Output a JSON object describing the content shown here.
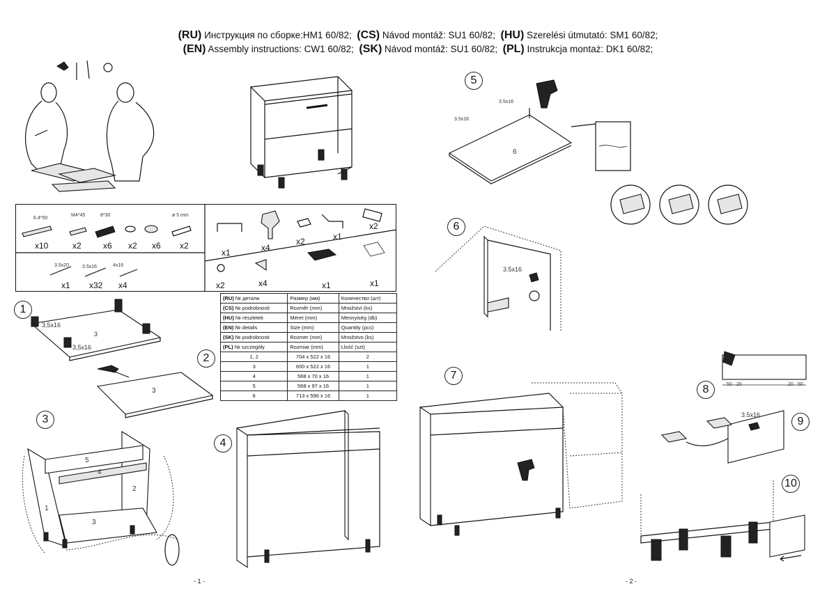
{
  "header": {
    "line1": [
      {
        "code": "(RU)",
        "text": "Инструкция по сборке:HM1 60/82;"
      },
      {
        "code": "(CS)",
        "text": "Návod montáž: SU1 60/82;"
      },
      {
        "code": "(HU)",
        "text": "Szerelési útmutató: SM1 60/82;"
      }
    ],
    "line2": [
      {
        "code": "(EN)",
        "text": "Assembly instructions: CW1 60/82;"
      },
      {
        "code": "(SK)",
        "text": "Návod montáž: SU1 60/82;"
      },
      {
        "code": "(PL)",
        "text": "Instrukcja montaż: DK1 60/82;"
      }
    ]
  },
  "hardware": {
    "left_top": [
      {
        "label": "6.4*50",
        "qty": "x10"
      },
      {
        "label": "M4*45",
        "qty": "x2"
      },
      {
        "label": "8*30",
        "qty": "x6"
      },
      {
        "label": "",
        "qty": "x2"
      },
      {
        "label": "",
        "qty": "x6"
      },
      {
        "label": "ø 5 mm",
        "qty": "x2"
      }
    ],
    "left_bottom": [
      {
        "label": "3.5x20",
        "qty": "x1"
      },
      {
        "label": "3.5x16",
        "qty": "x32"
      },
      {
        "label": "4x16",
        "qty": "x4"
      }
    ],
    "right_top": [
      {
        "qty": "x1"
      },
      {
        "qty": "x4"
      },
      {
        "qty": "x2"
      },
      {
        "qty": "x1"
      },
      {
        "qty": "x2"
      }
    ],
    "right_bottom": [
      {
        "qty": "x2"
      },
      {
        "qty": "x4"
      },
      {
        "qty": "x1"
      },
      {
        "qty": "x1"
      }
    ]
  },
  "parts_table": {
    "header_rows": [
      {
        "code": "(RU)",
        "name": "№ детали",
        "size": "Размер  (мм)",
        "qty": "Количество (шт)"
      },
      {
        "code": "(CS)",
        "name": "№ podrobnosti",
        "size": "Rozměr (mm)",
        "qty": "Množství (ks)"
      },
      {
        "code": "(HU)",
        "name": "№ részletek",
        "size": "Méret (mm)",
        "qty": "Mennyiség (db)"
      },
      {
        "code": "(EN)",
        "name": "№ details",
        "size": "Size (mm)",
        "qty": "Quantity  (pcs)"
      },
      {
        "code": "(SK)",
        "name": "№ podrobnosti",
        "size": "Rozmer (mm)",
        "qty": "Množstvo (ks)"
      },
      {
        "code": "(PL)",
        "name": "№ szczegóły",
        "size": "Rozmiar (mm)",
        "qty": "Llość (szt)"
      }
    ],
    "rows": [
      {
        "part": "1, 2",
        "size": "704 x 522 x 16",
        "qty": "2"
      },
      {
        "part": "3",
        "size": "600 x 522 x 16",
        "qty": "1"
      },
      {
        "part": "4",
        "size": "568 x 70 x 16",
        "qty": "1"
      },
      {
        "part": "5",
        "size": "568 x 97 x 16",
        "qty": "1"
      },
      {
        "part": "6",
        "size": "713 x 596 x 16",
        "qty": "1"
      }
    ]
  },
  "steps": {
    "s1": {
      "num": "1",
      "labels": [
        "3,5x16",
        "3",
        "3,5x16"
      ]
    },
    "s2": {
      "num": "2",
      "labels": [
        "3"
      ]
    },
    "s3": {
      "num": "3",
      "labels": [
        "5",
        "4",
        "1",
        "2",
        "3"
      ]
    },
    "s4": {
      "num": "4"
    },
    "s5": {
      "num": "5",
      "labels": [
        "3.5x16",
        "3.5x16",
        "6"
      ]
    },
    "s6": {
      "num": "6",
      "labels": [
        "3.5x16"
      ]
    },
    "s7": {
      "num": "7"
    },
    "s8": {
      "num": "8",
      "dims": [
        "50",
        "20",
        "20",
        "50"
      ]
    },
    "s9": {
      "num": "9",
      "labels": [
        "3.5x16"
      ]
    },
    "s10": {
      "num": "10"
    }
  },
  "pages": {
    "left": "- 1 -",
    "right": "- 2 -"
  }
}
